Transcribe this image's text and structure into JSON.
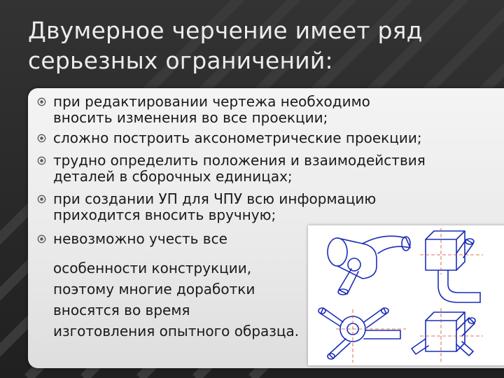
{
  "slide": {
    "title_lines": [
      "Двумерное черчение имеет ряд",
      "серьезных ограничений:"
    ],
    "bullets": [
      {
        "lines": [
          "при редактировании чертежа необходимо",
          "вносить изменения во все проекции;"
        ]
      },
      {
        "lines": [
          "сложно построить аксонометрические проекции;"
        ]
      },
      {
        "lines": [
          "трудно определить  положения и взаимодействия",
          "деталей в сборочных единицах;"
        ]
      },
      {
        "lines": [
          "при создании УП для ЧПУ всю информацию",
          "приходится вносить вручную;"
        ]
      },
      {
        "lines": [
          "невозможно учесть все"
        ]
      }
    ],
    "continuation_lines": [
      "особенности конструкции,",
      "поэтому многие доработки",
      "вносятся во время",
      "изготовления опытного образца."
    ],
    "colors": {
      "background": "#2a2a2a",
      "title": "#ececec",
      "card": "#efefef",
      "text": "#1a1a1a",
      "drawing_lines": "#1a2db8",
      "drawing_axes": "#d04a2a"
    },
    "bullet_icon": "circled-dot-icon"
  }
}
